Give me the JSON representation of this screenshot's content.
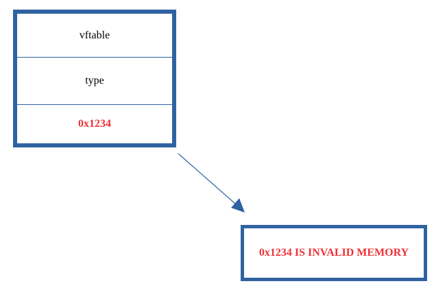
{
  "struct": {
    "fields": [
      {
        "label": "vftable"
      },
      {
        "label": "type"
      },
      {
        "label": "0x1234"
      }
    ]
  },
  "memory": {
    "label": "0x1234 IS INVALID MEMORY"
  },
  "colors": {
    "border": "#2f62a1",
    "highlight_text": "#ee3237",
    "text": "#000000"
  }
}
